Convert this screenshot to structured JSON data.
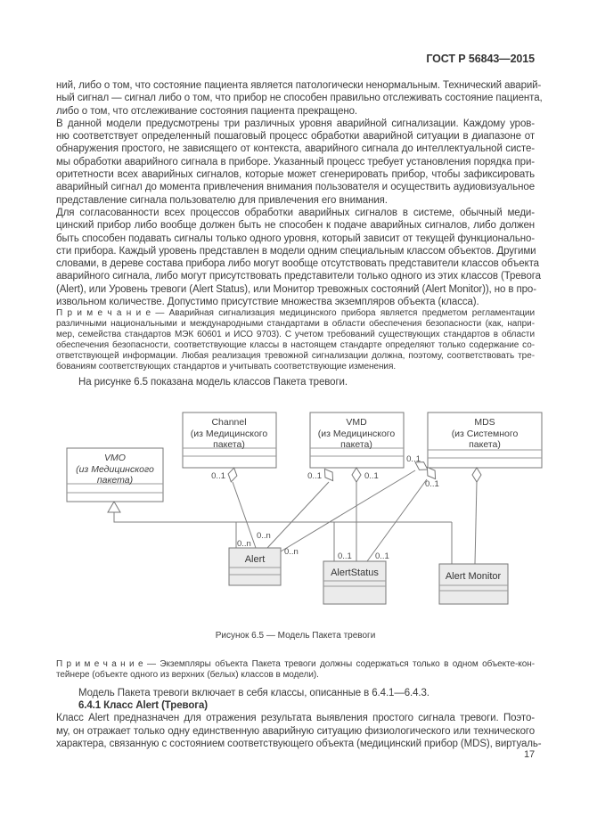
{
  "page": {
    "header": "ГОСТ Р 56843—2015",
    "number": "17"
  },
  "body": {
    "p1_lines": [
      "ний, либо о том, что состояние пациента является патологически ненормальным. Технический аварий-",
      "ный сигнал — сигнал либо о том, что прибор не способен правильно отслеживать состояние пациента,",
      "либо о том, что отслеживание состояния пациента прекращено."
    ],
    "p2_lines": [
      "В данной модели предусмотрены три различных уровня аварийной сигнализации. Каждому уров-",
      "ню соответствует определенный пошаговый процесс обработки аварийной ситуации в диапазоне от",
      "обнаружения простого, не зависящего от контекста, аварийного сигнала до интеллектуальной систе-",
      "мы обработки аварийного сигнала в приборе. Указанный процесс требует установления порядка при-",
      "оритетности всех аварийных сигналов, которые может сгенерировать прибор, чтобы зафиксировать",
      "аварийный сигнал до момента привлечения внимания пользователя и осуществить аудиовизуальное",
      "представление сигнала пользователю для привлечения его внимания."
    ],
    "p3_lines": [
      "Для согласованности всех процессов обработки аварийных сигналов в системе, обычный меди-",
      "цинский прибор либо вообще должен быть не способен к подаче аварийных сигналов, либо должен",
      "быть способен подавать сигналы только одного уровня, который зависит от текущей функционально-",
      "сти прибора. Каждый уровень представлен в модели одним специальным классом объектов. Другими",
      "словами, в дереве состава прибора либо могут вообще отсутствовать представители классов объекта",
      "аварийного сигнала, либо могут присутствовать представители только одного из этих классов (Тревога",
      "(Alert), или Уровень тревоги (Alert Status), или Монитор тревожных состояний (Alert Monitor)), но в про-",
      "извольном количестве. Допустимо присутствие множества экземпляров объекта (класса)."
    ],
    "note1_lines": [
      "П р и м е ч а н и е — Аварийная сигнализация медицинского прибора является предметом регламентации",
      "различными национальными и международными стандартами в области обеспечения безопасности (как, напри-",
      "мер, семейства стандартов МЭК 60601 и ИСО 9703). С учетом требований существующих стандартов в области",
      "обеспечения безопасности, соответствующие классы в настоящем стандарте определяют только содержание со-",
      "ответствующей информации. Любая реализация тревожной сигнализации должна, поэтому, соответствовать тре-",
      "бованиям соответствующих стандартов и учитывать соответствующие изменения."
    ],
    "p4": "На рисунке 6.5 показана модель классов Пакета тревоги.",
    "caption": "Рисунок 6.5 — Модель Пакета тревоги",
    "note2_lines": [
      "П р и м е ч а н и е — Экземпляры объекта Пакета тревоги должны содержаться только в одном объекте-кон-",
      "тейнере (объекте одного из верхних (белых) классов в модели)."
    ],
    "p5": "Модель Пакета тревоги включает в себя классы, описанные в 6.4.1—6.4.3.",
    "h641": "6.4.1 Класс Alert (Тревога)",
    "p6_lines": [
      "Класс Alert предназначен для отражения результата выявления простого сигнала тревоги. Поэто-",
      "му, он отражает только одну единственную аварийную ситуацию физиологического или технического",
      "характера, связанную с состоянием соответствующего объекта (медицинский прибор (MDS), виртуаль-"
    ]
  },
  "diagram": {
    "boxes": {
      "vmo": {
        "name": "VMO",
        "pkg1": "(из Медицинского",
        "pkg2": "пакета)"
      },
      "channel": {
        "name": "Channel",
        "pkg1": "(из Медицинского",
        "pkg2": "пакета)"
      },
      "vmd": {
        "name": "VMD",
        "pkg1": "(из Медицинского",
        "pkg2": "пакета)"
      },
      "mds": {
        "name": "MDS",
        "pkg1": "(из Системного",
        "pkg2": "пакета)"
      },
      "alert": {
        "name": "Alert"
      },
      "alert_status": {
        "name": "AlertStatus"
      },
      "alert_monitor": {
        "name": "Alert Monitor"
      }
    },
    "labels": {
      "channel_whole": "0..1",
      "vmd_alert_whole": "0..1",
      "vmd_status_whole": "0..1",
      "mds_alert_whole": "0..1",
      "mds_status_whole": "0..1",
      "alert_part_left": "0..n",
      "alert_part_top": "0..n",
      "alert_part_right": "0..n",
      "status_part_left": "0..1",
      "status_part_right": "0..1"
    },
    "colors": {
      "box_fill_white": "#ffffff",
      "box_fill_gray": "#ebebeb",
      "stroke": "#777777",
      "text": "#3c3c3c"
    }
  }
}
